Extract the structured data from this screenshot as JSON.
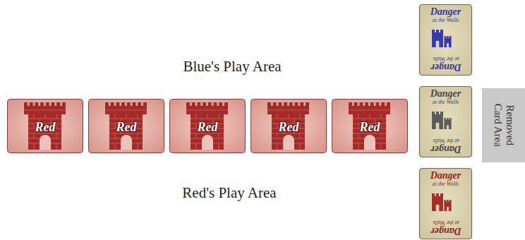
{
  "diagram": {
    "nodes": [
      {
        "text": [
          "Danger at the Walls",
          "Danger at the Walls"
        ]
      },
      {
        "text": [
          "Red"
        ]
      },
      {
        "text": [
          "Red"
        ]
      },
      {
        "text": [
          "Red"
        ]
      },
      {
        "text": [
          "Red"
        ]
      },
      {
        "text": [
          "Red"
        ]
      },
      {
        "text": [
          "Danger at the Walls",
          "Danger at the Walls"
        ]
      },
      {
        "text": [
          "Removed Card Area"
        ]
      },
      {
        "text": [
          "Danger at the Walls",
          "Danger at the Walls"
        ]
      }
    ],
    "labels": [
      "Blue's Play Area",
      "Red's Play Area"
    ]
  }
}
